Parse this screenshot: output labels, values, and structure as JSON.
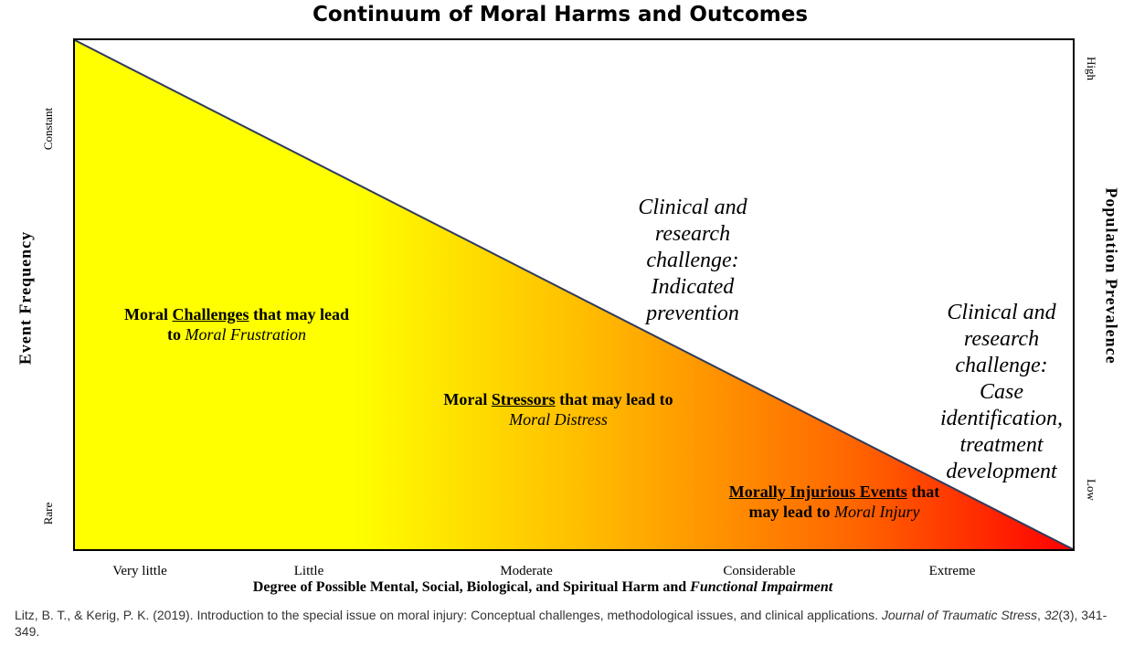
{
  "title": "Continuum of Moral Harms and Outcomes",
  "y_left": {
    "title": "Event Frequency",
    "top": "Constant",
    "bottom": "Rare"
  },
  "y_right": {
    "title": "Population Prevalence",
    "top": "High",
    "bottom": "Low"
  },
  "x_axis": {
    "ticks": [
      "Very little",
      "Little",
      "Moderate",
      "Considerable",
      "Extreme"
    ],
    "title_bold": "Degree of Possible Mental, Social, Biological,  and Spiritual Harm and",
    "title_italic": "Functional Impairment"
  },
  "gradient_colors": [
    "#ffff00",
    "#ffff00",
    "#ffc000",
    "#ff6600",
    "#ff0000"
  ],
  "zones": {
    "challenges": {
      "pre": "Moral ",
      "key": "Challenges",
      "post": " that may lead to ",
      "outcome": "Moral Frustration"
    },
    "stressors": {
      "pre": "Moral ",
      "key": "Stressors",
      "post": " that may lead to ",
      "outcome": "Moral Distress"
    },
    "injurious": {
      "key": "Morally Injurious Events",
      "post": " that may lead to ",
      "outcome": "Moral Injury"
    }
  },
  "notes": {
    "indicated": [
      "Clinical and",
      "research",
      "challenge:",
      "Indicated",
      "prevention"
    ],
    "case": [
      "Clinical and",
      "research",
      "challenge:",
      "Case",
      "identification,",
      "treatment",
      "development"
    ]
  },
  "citation": {
    "text": "Litz, B. T., & Kerig, P. K. (2019). Introduction to the special issue on moral injury: Conceptual challenges, methodological issues, and clinical applications. ",
    "journal": "Journal of Traumatic Stress",
    "volume": "32",
    "rest": "(3), 341-349."
  }
}
